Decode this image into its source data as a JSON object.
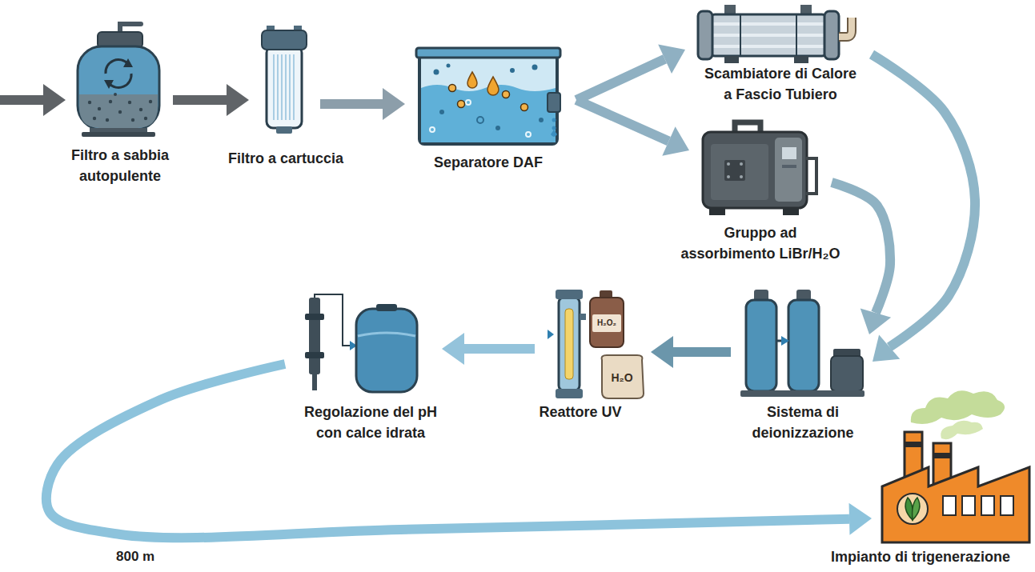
{
  "diagram": {
    "nodes": [
      {
        "text": [
          "Filtro a sabbia autopulente"
        ]
      },
      {
        "text": [
          "Filtro a cartuccia"
        ]
      },
      {
        "text": [
          "Separatore DAF"
        ]
      },
      {
        "text": [
          "Scambiatore di Calore a Fascio Tubiero"
        ]
      },
      {
        "text": [
          "Gruppo ad assorbimento LiBr/H₂O"
        ]
      },
      {
        "text": [
          "Sistema di deionizzazione"
        ]
      },
      {
        "text": [
          "Reattore UV"
        ]
      },
      {
        "text": [
          "Regolazione del pH con calce idrata"
        ]
      },
      {
        "text": [
          "Impianto di trigenerazione"
        ]
      }
    ],
    "edges": [
      {
        "from": 0,
        "to": 1,
        "arrow": "to"
      },
      {
        "from": 1,
        "to": 2,
        "arrow": "to"
      },
      {
        "from": 2,
        "to": 3,
        "arrow": "to"
      },
      {
        "from": 2,
        "to": 4,
        "arrow": "to"
      },
      {
        "from": 3,
        "to": 5,
        "arrow": "to"
      },
      {
        "from": 4,
        "to": 5,
        "arrow": "to"
      },
      {
        "from": 5,
        "to": 6,
        "arrow": "to"
      },
      {
        "from": 6,
        "to": 7,
        "arrow": "to"
      },
      {
        "from": 7,
        "to": 8,
        "arrow": "to"
      }
    ],
    "labels": [
      "H₂O₂",
      "H₂O",
      "800 m"
    ]
  }
}
